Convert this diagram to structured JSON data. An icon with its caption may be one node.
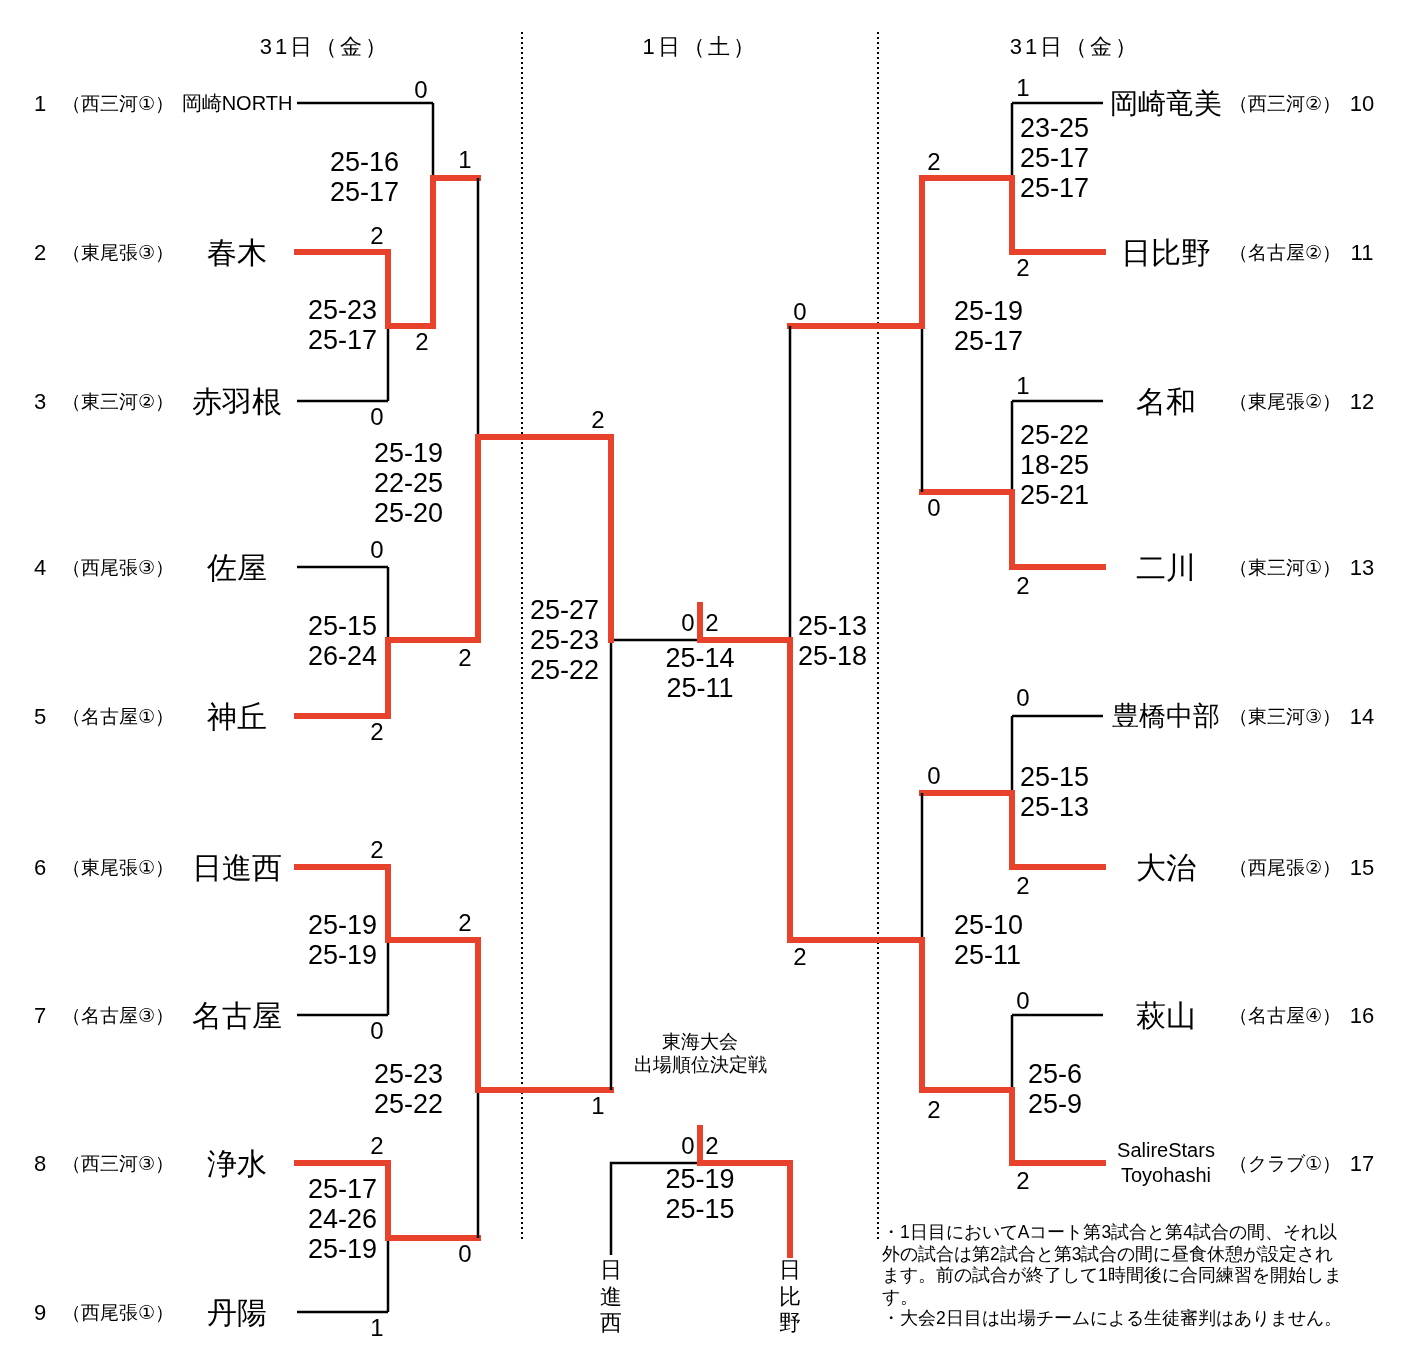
{
  "diagram": {
    "nodes": [
      {
        "text": [
          "岡崎NORTH"
        ],
        "beside": [
          "1",
          "（西三河①）"
        ]
      },
      {
        "text": [
          "春木"
        ],
        "beside": [
          "2",
          "（東尾張③）"
        ]
      },
      {
        "text": [
          "赤羽根"
        ],
        "beside": [
          "3",
          "（東三河②）"
        ]
      },
      {
        "text": [
          "佐屋"
        ],
        "beside": [
          "4",
          "（西尾張③）"
        ]
      },
      {
        "text": [
          "神丘"
        ],
        "beside": [
          "5",
          "（名古屋①）"
        ]
      },
      {
        "text": [
          "日進西"
        ],
        "beside": [
          "6",
          "（東尾張①）"
        ]
      },
      {
        "text": [
          "名古屋"
        ],
        "beside": [
          "7",
          "（名古屋③）"
        ]
      },
      {
        "text": [
          "浄水"
        ],
        "beside": [
          "8",
          "（西三河③）"
        ]
      },
      {
        "text": [
          "丹陽"
        ],
        "beside": [
          "9",
          "（西尾張①）"
        ]
      },
      {
        "text": [
          "岡崎竜美"
        ],
        "beside": [
          "（西三河②）",
          "10"
        ]
      },
      {
        "text": [
          "日比野"
        ],
        "beside": [
          "（名古屋②）",
          "11"
        ]
      },
      {
        "text": [
          "名和"
        ],
        "beside": [
          "（東尾張②）",
          "12"
        ]
      },
      {
        "text": [
          "二川"
        ],
        "beside": [
          "（東三河①）",
          "13"
        ]
      },
      {
        "text": [
          "豊橋中部"
        ],
        "beside": [
          "（東三河③）",
          "14"
        ]
      },
      {
        "text": [
          "大治"
        ],
        "beside": [
          "（西尾張②）",
          "15"
        ]
      },
      {
        "text": [
          "萩山"
        ],
        "beside": [
          "（名古屋④）",
          "16"
        ]
      },
      {
        "text": [
          "SalireStars Toyohashi"
        ],
        "beside": [
          "（クラブ①）",
          "17"
        ]
      },
      {
        "text": [
          "日進西"
        ]
      },
      {
        "text": [
          "日比野"
        ]
      },
      {
        "text": [
          "25-16 25-17"
        ]
      },
      {
        "text": [
          "25-23 25-17"
        ]
      },
      {
        "text": [
          "25-19 22-25 25-20"
        ]
      },
      {
        "text": [
          "25-15 26-24"
        ]
      },
      {
        "text": [
          "25-27 25-23 25-22"
        ]
      },
      {
        "text": [
          "25-19 25-19"
        ]
      },
      {
        "text": [
          "25-23 25-22"
        ]
      },
      {
        "text": [
          "25-17 24-26 25-19"
        ]
      },
      {
        "text": [
          "25-14 25-11"
        ]
      },
      {
        "text": [
          "23-25 25-17 25-17"
        ]
      },
      {
        "text": [
          "25-19 25-17"
        ]
      },
      {
        "text": [
          "25-22 18-25 25-21"
        ]
      },
      {
        "text": [
          "25-13 25-18"
        ]
      },
      {
        "text": [
          "25-15 25-13"
        ]
      },
      {
        "text": [
          "25-10 25-11"
        ]
      },
      {
        "text": [
          "25-6 25-9"
        ]
      },
      {
        "text": [
          "25-19 25-15"
        ]
      }
    ],
    "edges": [
      {
        "from": 0,
        "to": 19,
        "arrow": "none",
        "label": "0",
        "color": "#000000"
      },
      {
        "from": 1,
        "to": 20,
        "arrow": "none",
        "label": "2"
      },
      {
        "from": 2,
        "to": 20,
        "arrow": "none",
        "label": "0",
        "color": "#000000"
      },
      {
        "from": 20,
        "to": 19,
        "arrow": "none",
        "label": "2"
      },
      {
        "from": 19,
        "to": 21,
        "arrow": "none",
        "label": "1"
      },
      {
        "from": 3,
        "to": 22,
        "arrow": "none",
        "label": "0",
        "color": "#000000"
      },
      {
        "from": 4,
        "to": 22,
        "arrow": "none",
        "label": "2"
      },
      {
        "from": 22,
        "to": 21,
        "arrow": "none",
        "label": "2"
      },
      {
        "from": 21,
        "to": 23,
        "arrow": "none",
        "label": "2"
      },
      {
        "from": 5,
        "to": 24,
        "arrow": "none",
        "label": "2"
      },
      {
        "from": 6,
        "to": 24,
        "arrow": "none",
        "label": "0",
        "color": "#000000"
      },
      {
        "from": 24,
        "to": 25,
        "arrow": "none",
        "label": "2"
      },
      {
        "from": 7,
        "to": 26,
        "arrow": "none",
        "label": "2"
      },
      {
        "from": 8,
        "to": 26,
        "arrow": "none",
        "label": "1",
        "color": "#000000"
      },
      {
        "from": 26,
        "to": 25,
        "arrow": "none",
        "label": "0"
      },
      {
        "from": 25,
        "to": 23,
        "arrow": "none",
        "label": "1"
      },
      {
        "from": 23,
        "to": 27,
        "arrow": "none",
        "label": "0",
        "color": "#000000"
      },
      {
        "from": 9,
        "to": 28,
        "arrow": "none",
        "label": "1",
        "color": "#000000"
      },
      {
        "from": 10,
        "to": 28,
        "arrow": "none",
        "label": "2"
      },
      {
        "from": 28,
        "to": 29,
        "arrow": "none",
        "label": "2"
      },
      {
        "from": 11,
        "to": 30,
        "arrow": "none",
        "label": "1",
        "color": "#000000"
      },
      {
        "from": 12,
        "to": 30,
        "arrow": "none",
        "label": "2"
      },
      {
        "from": 30,
        "to": 29,
        "arrow": "none",
        "label": "0"
      },
      {
        "from": 29,
        "to": 31,
        "arrow": "none",
        "label": "0"
      },
      {
        "from": 13,
        "to": 32,
        "arrow": "none",
        "label": "0",
        "color": "#000000"
      },
      {
        "from": 14,
        "to": 32,
        "arrow": "none",
        "label": "2"
      },
      {
        "from": 32,
        "to": 33,
        "arrow": "none",
        "label": "0"
      },
      {
        "from": 15,
        "to": 34,
        "arrow": "none",
        "label": "0",
        "color": "#000000"
      },
      {
        "from": 16,
        "to": 34,
        "arrow": "none",
        "label": "2"
      },
      {
        "from": 34,
        "to": 33,
        "arrow": "none",
        "label": "2"
      },
      {
        "from": 33,
        "to": 31,
        "arrow": "none",
        "label": "2"
      },
      {
        "from": 31,
        "to": 27,
        "arrow": "none",
        "label": "2"
      },
      {
        "from": 17,
        "to": 35,
        "arrow": "none",
        "label": "0",
        "color": "#000000"
      },
      {
        "from": 18,
        "to": 35,
        "arrow": "none",
        "label": "2"
      }
    ],
    "labels": [
      "31日（金）",
      "1日（土）",
      "31日（金）",
      "東海大会出場順位決定戦",
      "・1日目においてAコート第3試合と第4試合の間、それ以外の試合は第2試合と第3試合の間に昼食休憩が設定されます。前の試合が終了して1時間後に合同練習を開始します。",
      "・大会2日目は出場チームによる生徒審判はありません。"
    ]
  }
}
